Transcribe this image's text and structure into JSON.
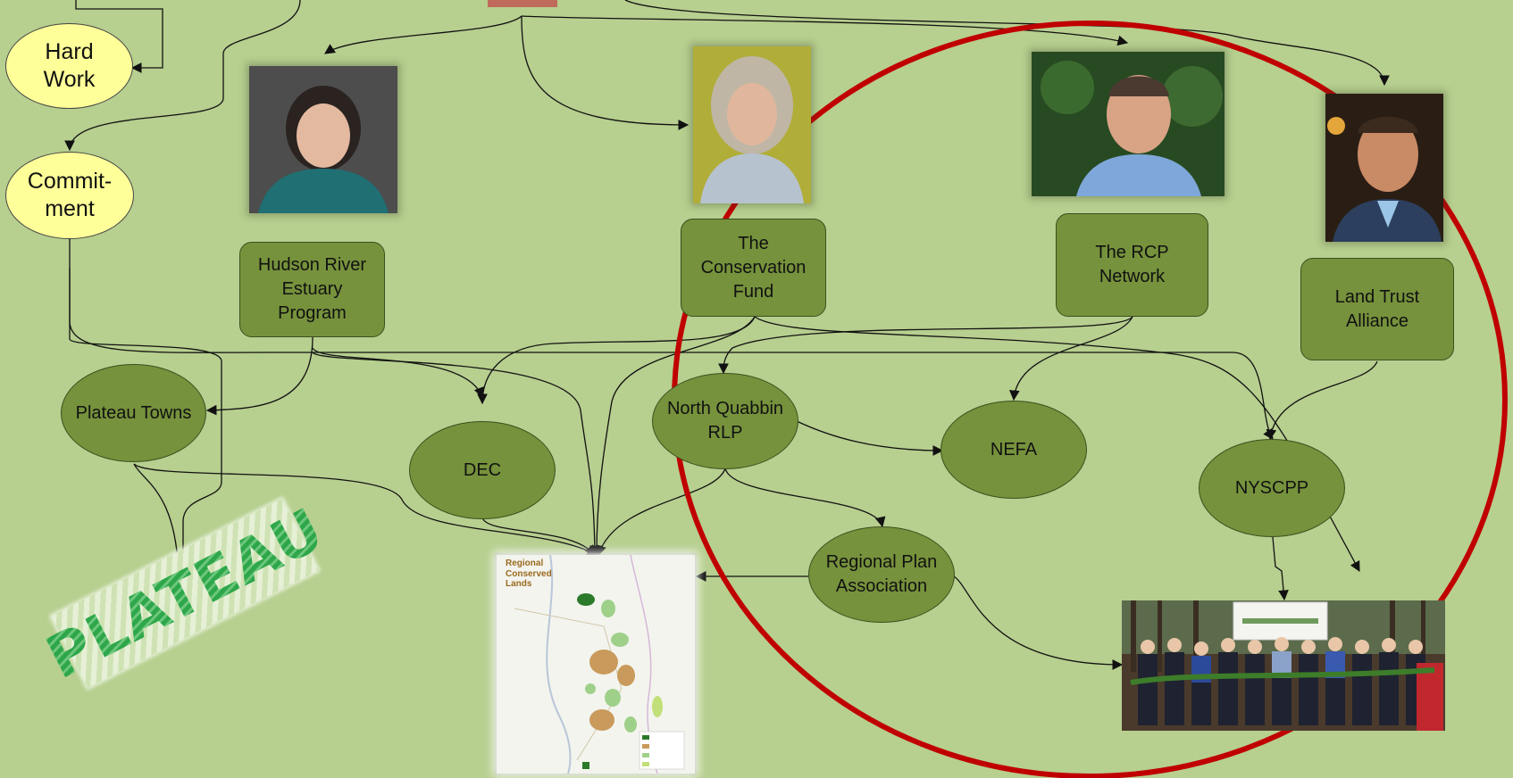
{
  "nodes": {
    "hard_work": [
      "Hard",
      "Work"
    ],
    "commitment": [
      "Commit-",
      "ment"
    ],
    "hudson_river": [
      "Hudson River",
      "Estuary",
      "Program"
    ],
    "conservation_fund": [
      "The",
      "Conservation",
      "Fund"
    ],
    "rcp_network": [
      "The RCP",
      "Network"
    ],
    "land_trust": [
      "Land Trust",
      "Alliance"
    ],
    "plateau_towns": "Plateau Towns",
    "dec": "DEC",
    "north_quabbin": [
      "North Quabbin",
      "RLP"
    ],
    "nefa": "NEFA",
    "nyscpp": "NYSCPP",
    "regional_plan": [
      "Regional Plan",
      "Association"
    ]
  },
  "map": {
    "title": "Regional\nConserved\nLands"
  },
  "logo": {
    "word": "PLATEAU"
  },
  "colors": {
    "background": "#b7cf8f",
    "node_fill": "#76923c",
    "yellow_fill": "#ffff99",
    "highlight_circle": "#c00000"
  }
}
